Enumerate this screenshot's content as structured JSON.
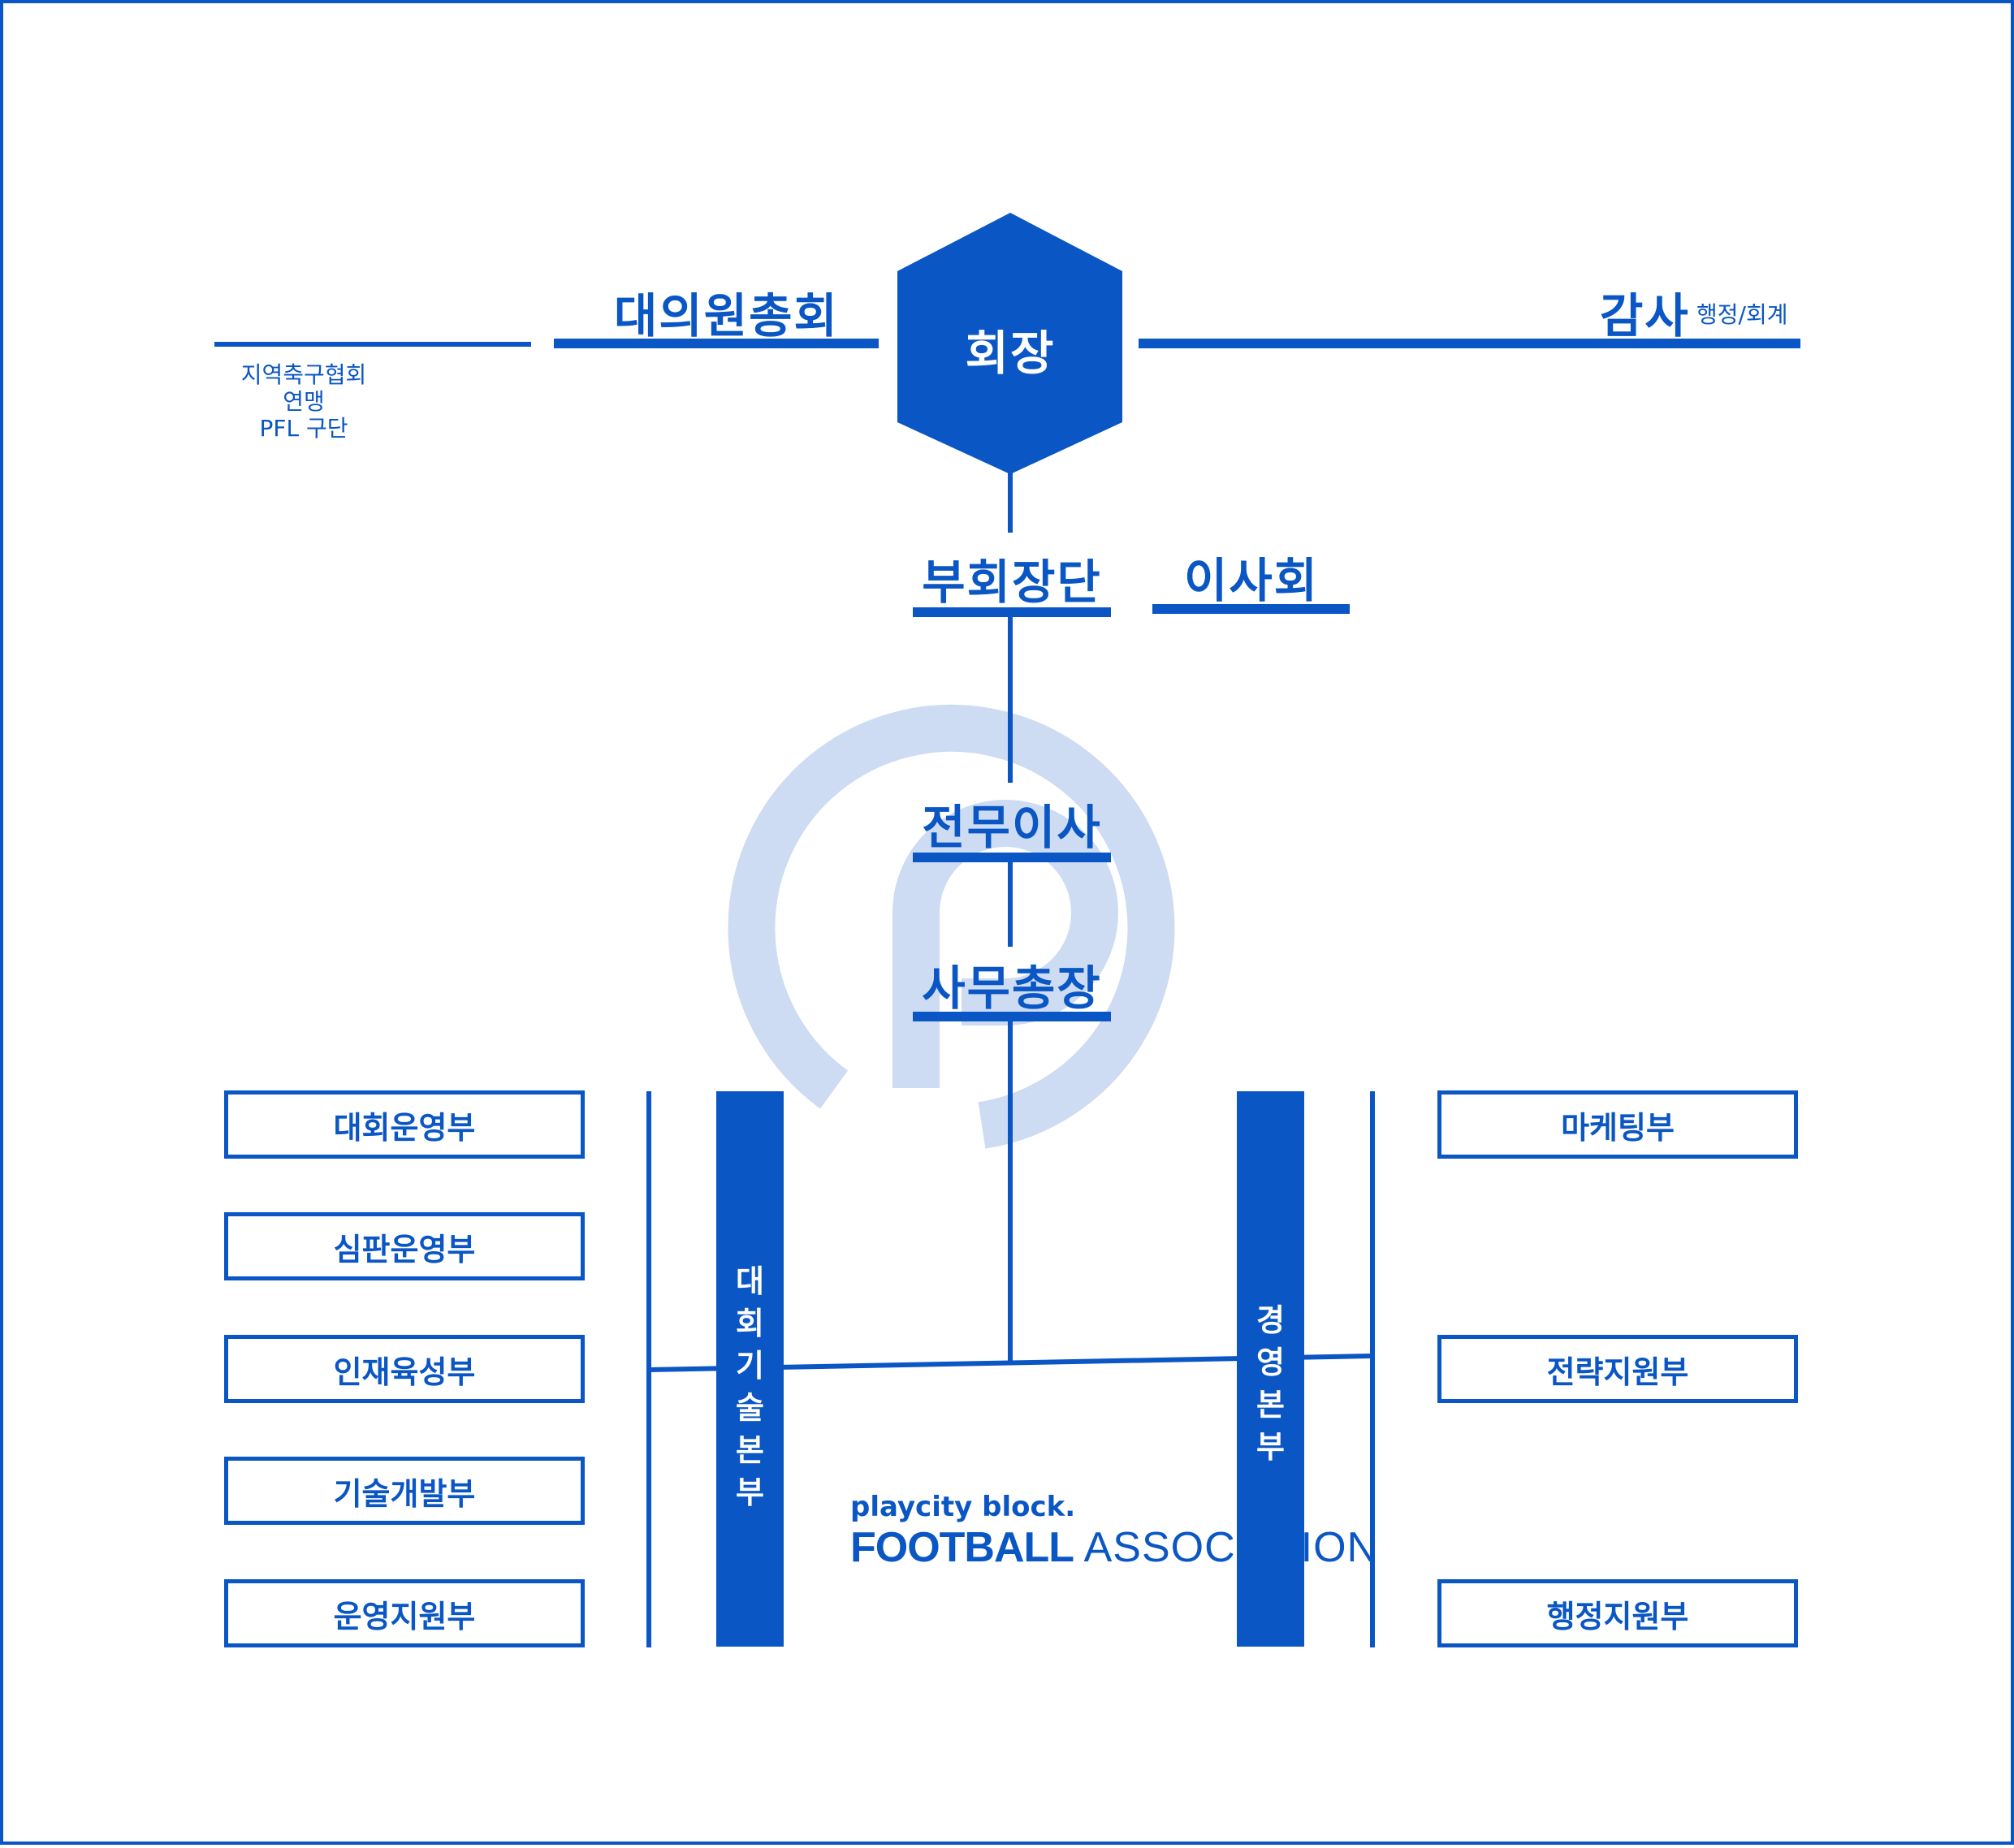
{
  "colors": {
    "primary": "#0a56c4",
    "watermark": "#cddcf3",
    "white": "#ffffff"
  },
  "top": {
    "assembly": "대의원총회",
    "assembly_members": [
      "지역축구협회",
      "연맹",
      "PFL 구단"
    ],
    "president": "회장",
    "auditor": "감사",
    "auditor_sub": "행정/회계"
  },
  "middle": {
    "vice_presidents": "부회장단",
    "board": "이사회",
    "managing_director": "전무이사",
    "secretary_general": "사무총장"
  },
  "divisions": {
    "left_label": "대회기술본부",
    "right_label": "경영본부"
  },
  "left_departments": [
    "대회운영부",
    "심판운영부",
    "인재육성부",
    "기술개발부",
    "운영지원부"
  ],
  "right_departments": [
    "마케팅부",
    "전략지원부",
    "행정지원부"
  ],
  "logo": {
    "brand": "playcity block.",
    "name_bold": "FOOTBALL",
    "name_light": "ASSOCIATION"
  }
}
